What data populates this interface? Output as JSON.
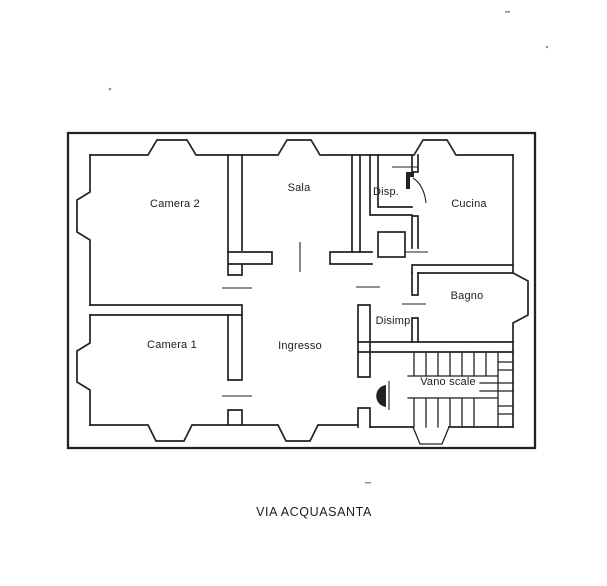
{
  "page": {
    "caption": "VIA ACQUASANTA",
    "colors": {
      "ink": "#222222",
      "paper": "#ffffff"
    }
  },
  "floor_plan": {
    "rooms": [
      {
        "label": "Camera 2"
      },
      {
        "label": "Sala"
      },
      {
        "label": "Disp."
      },
      {
        "label": "Cucina"
      },
      {
        "label": "Bagno"
      },
      {
        "label": "Camera 1"
      },
      {
        "label": "Ingresso"
      },
      {
        "label": "Disimp"
      },
      {
        "label": "Vano scale"
      }
    ]
  }
}
